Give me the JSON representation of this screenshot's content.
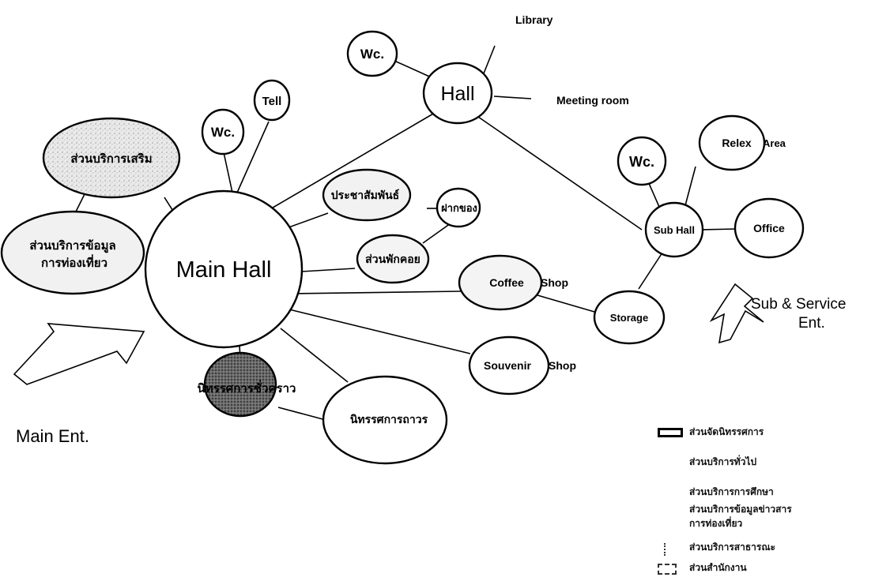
{
  "diagram": {
    "nodes": {
      "main_hall": "Main Hall",
      "hall": "Hall",
      "sub_hall": "Sub Hall",
      "wc_top": "Wc.",
      "wc_left": "Wc.",
      "wc_right": "Wc.",
      "tell": "Tell",
      "relex": "Relex",
      "office": "Office",
      "storage": "Storage",
      "coffee": "Coffee",
      "souvenir": "Souvenir",
      "sup_services": "ส่วนบริการเสริม",
      "tourist_info_1": "ส่วนบริการข้อมูล",
      "tourist_info_2": "การท่องเที่ยว",
      "pr": "ประชาสัมพันธ์",
      "deposit": "ฝากของ",
      "rest": "ส่วนพักคอย",
      "temp_exhibit": "นิทรรศการชั่วคราว",
      "perm_exhibit": "นิทรรศการถาวร"
    },
    "outside_labels": {
      "library": "Library",
      "meeting_room": "Meeting room",
      "area": "Area",
      "shop_coffee": "Shop",
      "shop_souvenir": "Shop"
    },
    "entrances": {
      "main": "Main Ent.",
      "sub_line1": "Sub & Service",
      "sub_line2": "Ent."
    }
  },
  "legend": {
    "items": [
      "ส่วนจัดนิทรรศการ",
      "ส่วนบริการทั่วไป",
      "ส่วนบริการการศึกษา",
      "ส่วนบริการข้อมูลข่าวสาร",
      "การท่องเที่ยว",
      "ส่วนบริการสาธารณะ",
      "ส่วนสำนักงาน"
    ]
  }
}
